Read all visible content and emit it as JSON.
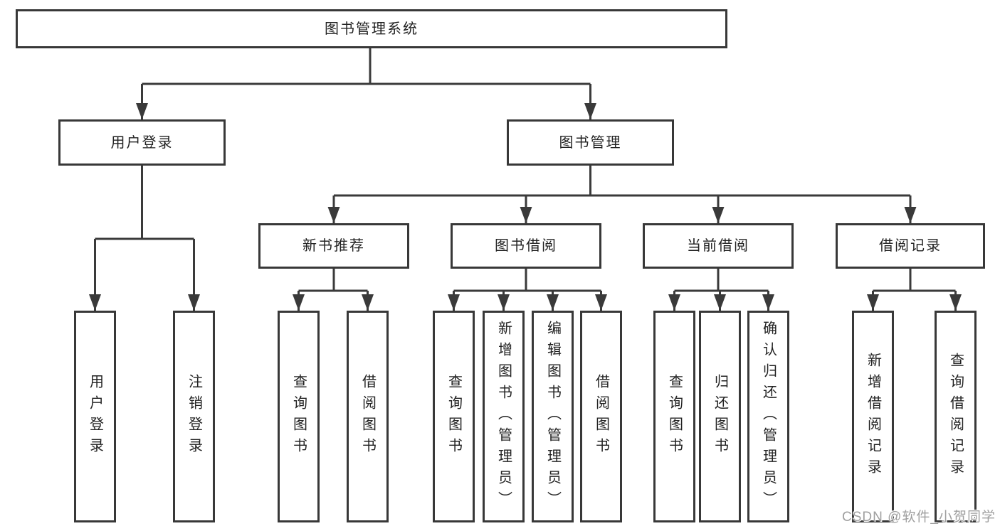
{
  "colors": {
    "background": "#ffffff",
    "line": "#3a3a3a",
    "box_border": "#383838",
    "text": "#222222",
    "watermark": "#9f9f9f"
  },
  "tree": {
    "root": {
      "label": "图书管理系统"
    },
    "branches": [
      {
        "label": "用户登录",
        "leaves": [
          {
            "label": "用户登录"
          },
          {
            "label": "注销登录"
          }
        ]
      },
      {
        "label": "图书管理",
        "sections": [
          {
            "label": "新书推荐",
            "leaves": [
              {
                "label": "查询图书"
              },
              {
                "label": "借阅图书"
              }
            ]
          },
          {
            "label": "图书借阅",
            "leaves": [
              {
                "label": "查询图书"
              },
              {
                "label": "新增图书（管理员）"
              },
              {
                "label": "编辑图书（管理员）"
              },
              {
                "label": "借阅图书"
              }
            ]
          },
          {
            "label": "当前借阅",
            "leaves": [
              {
                "label": "查询图书"
              },
              {
                "label": "归还图书"
              },
              {
                "label": "确认归还（管理员）"
              }
            ]
          },
          {
            "label": "借阅记录",
            "leaves": [
              {
                "label": "新增借阅记录"
              },
              {
                "label": "查询借阅记录"
              }
            ]
          }
        ]
      }
    ]
  },
  "watermark": {
    "text": "CSDN @软件_小贺同学"
  }
}
